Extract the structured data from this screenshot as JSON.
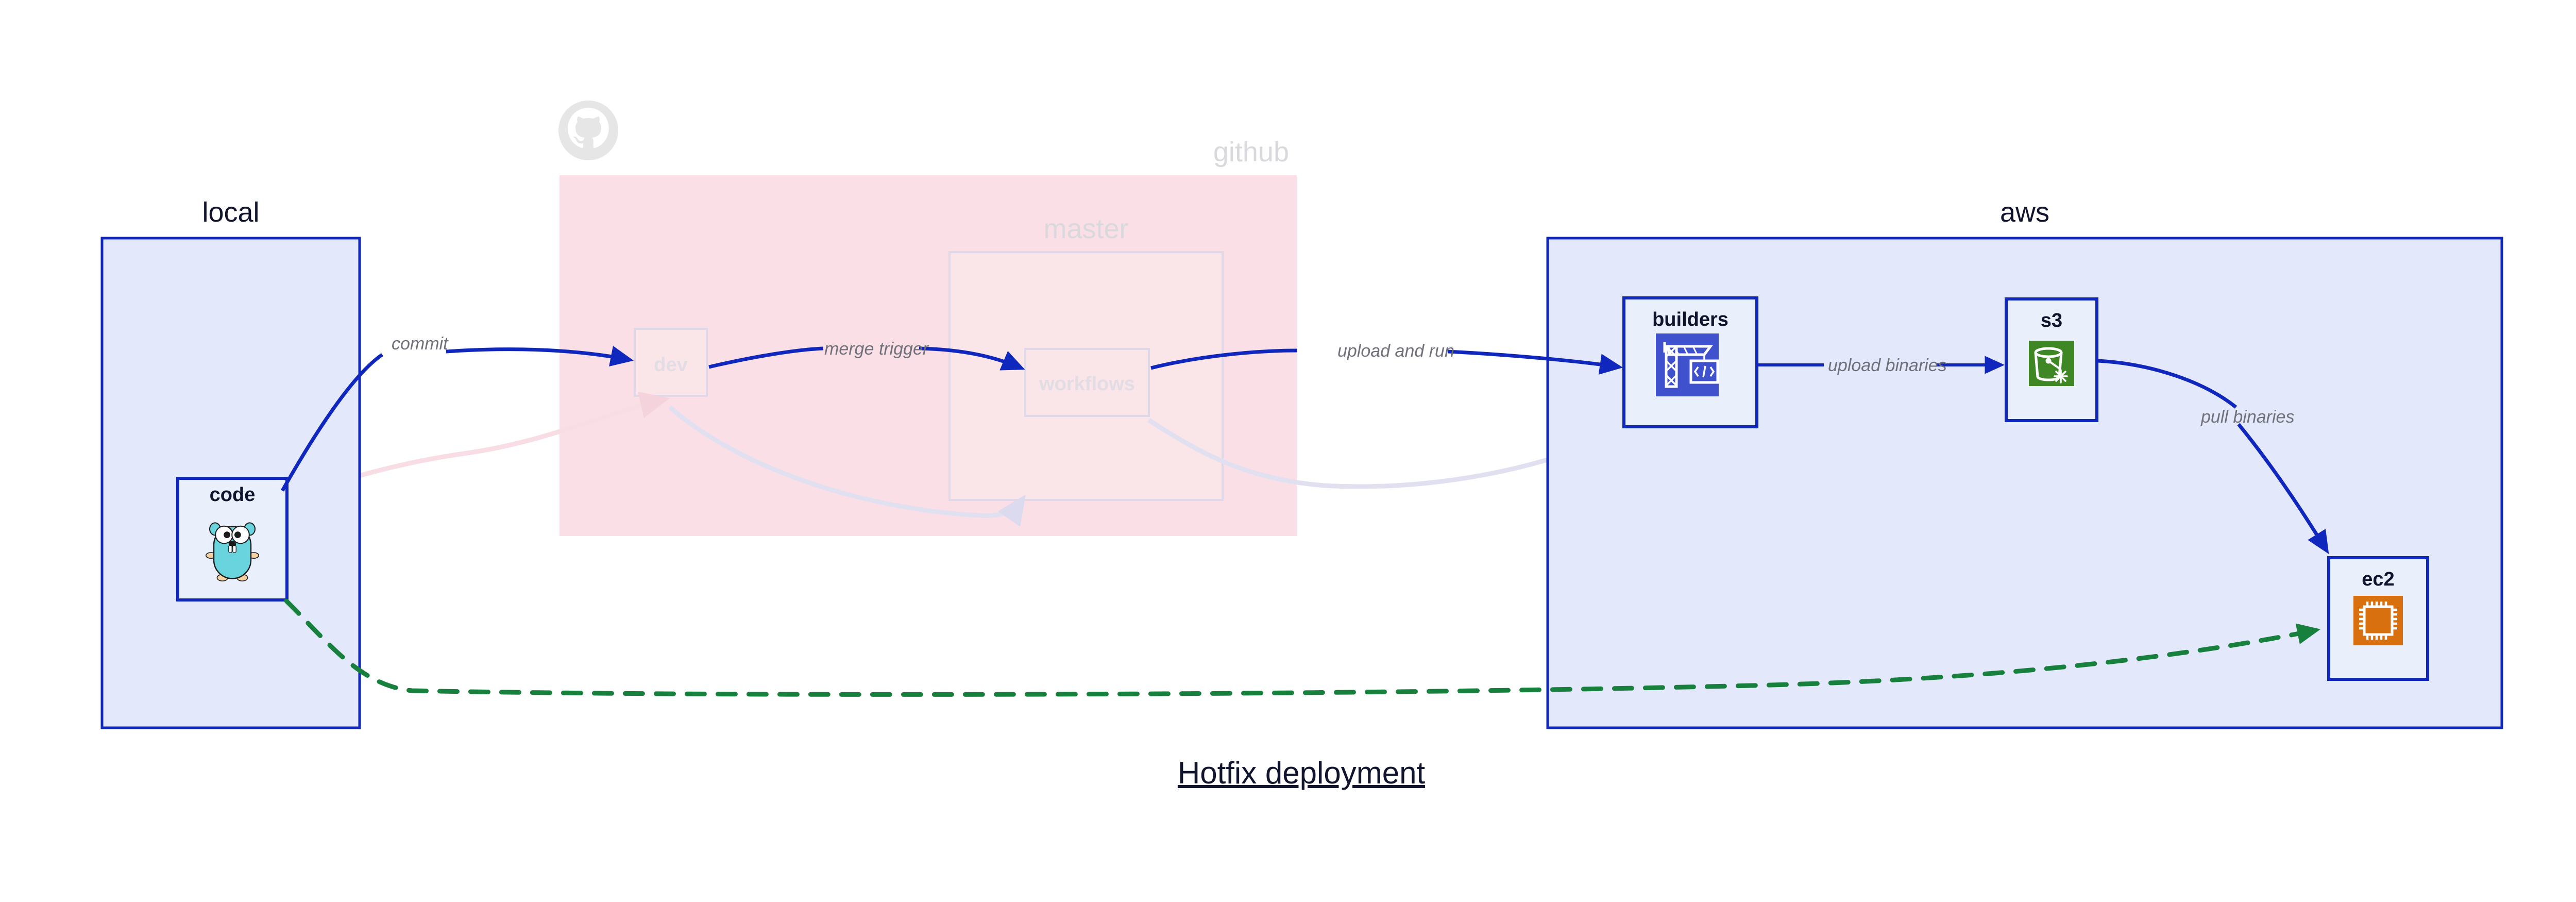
{
  "title": "Hotfix deployment",
  "colors": {
    "accent_blue": "#1027bd",
    "group_blue_fill": "#e3e8fb",
    "node_blue_fill": "#eaeffc",
    "github_pink_fill": "#fae0e6",
    "faded_text": "#d9d9dd",
    "edge_label_gray": "#6f7079",
    "green_dashed": "#17803d",
    "codebuild_blue": "#3f51cc",
    "s3_green": "#3f8624",
    "ec2_orange": "#d9700f",
    "gopher_cyan": "#69d4dd",
    "github_logo_gray": "#e6e6e6",
    "title_dark": "#10142c"
  },
  "groups": [
    {
      "id": "local",
      "label": "local",
      "faded": false
    },
    {
      "id": "github",
      "label": "github",
      "faded": true,
      "logo_icon": "github-octocat-icon"
    },
    {
      "id": "master",
      "label": "master",
      "faded": true
    },
    {
      "id": "aws",
      "label": "aws",
      "faded": false
    }
  ],
  "nodes": [
    {
      "id": "code",
      "label": "code",
      "icon": "go-gopher-icon",
      "faded": false,
      "group": "local"
    },
    {
      "id": "dev",
      "label": "dev",
      "icon": "none",
      "faded": true,
      "group": "github"
    },
    {
      "id": "workflows",
      "label": "workflows",
      "icon": "none",
      "faded": true,
      "group": "master"
    },
    {
      "id": "builders",
      "label": "builders",
      "icon": "aws-codebuild-icon",
      "faded": false,
      "group": "aws"
    },
    {
      "id": "s3",
      "label": "s3",
      "icon": "aws-s3-glacier-icon",
      "faded": false,
      "group": "aws"
    },
    {
      "id": "ec2",
      "label": "ec2",
      "icon": "aws-ec2-icon",
      "faded": false,
      "group": "aws"
    }
  ],
  "edges": [
    {
      "id": "commit",
      "label": "commit",
      "from": "code",
      "to": "dev",
      "style": "solid-blue",
      "faded": false
    },
    {
      "id": "merge-trigger",
      "label": "merge trigger",
      "from": "dev",
      "to": "workflows",
      "style": "solid-blue",
      "faded": false
    },
    {
      "id": "upload-and-run",
      "label": "upload and run",
      "from": "workflows",
      "to": "builders",
      "style": "solid-blue",
      "faded": false
    },
    {
      "id": "upload-binaries",
      "label": "upload binaries",
      "from": "builders",
      "to": "s3",
      "style": "solid-blue",
      "faded": false
    },
    {
      "id": "pull-binaries",
      "label": "pull binaries",
      "from": "s3",
      "to": "ec2",
      "style": "solid-blue",
      "faded": false
    },
    {
      "id": "hotfix-direct",
      "label": "",
      "from": "code",
      "to": "ec2",
      "style": "dashed-green",
      "faded": false
    },
    {
      "id": "faded-code-dev",
      "label": "",
      "from": "code",
      "to": "dev",
      "style": "faded-pink",
      "faded": true
    },
    {
      "id": "faded-dev-wf",
      "label": "",
      "from": "dev",
      "to": "workflows",
      "style": "faded-lavender",
      "faded": true
    },
    {
      "id": "faded-wf-aws",
      "label": "",
      "from": "workflows",
      "to": "builders",
      "style": "faded-lavender",
      "faded": true
    }
  ]
}
